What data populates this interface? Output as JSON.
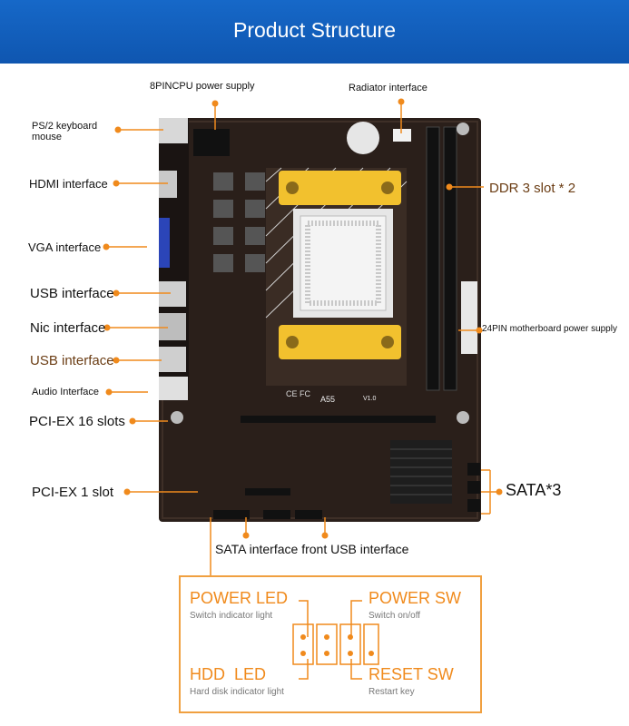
{
  "header": {
    "title": "Product Structure"
  },
  "labels": {
    "cpu_power": "8PINCPU power supply",
    "radiator": "Radiator interface",
    "ps2": "PS/2 keyboard mouse",
    "hdmi": "HDMI interface",
    "ddr3": "DDR 3 slot * 2",
    "vga": "VGA interface",
    "usb1": "USB interface",
    "nic": "Nic interface",
    "power24": "24PIN motherboard power supply",
    "usb2": "USB interface",
    "audio": "Audio Interface",
    "pciex16": "PCI-EX 16 slots",
    "pciex1": "PCI-EX 1 slot",
    "sata3": "SATA*3",
    "sata_front_usb": "SATA interface front USB interface"
  },
  "board_marks": {
    "chip": "A55",
    "version": "V1.0",
    "cert": "CE FC"
  },
  "header_panel": {
    "power_led": "POWER LED",
    "power_led_desc": "Switch indicator light",
    "power_sw": "POWER SW",
    "power_sw_desc": "Switch on/off",
    "hdd_led": "HDD  LED",
    "hdd_led_desc": "Hard disk indicator light",
    "reset_sw": "RESET SW",
    "reset_sw_desc": "Restart key"
  },
  "colors": {
    "banner": "#1668c8",
    "callout": "#f08a1c",
    "board": "#2a1f1a",
    "cpu_bracket": "#f2c12e"
  }
}
